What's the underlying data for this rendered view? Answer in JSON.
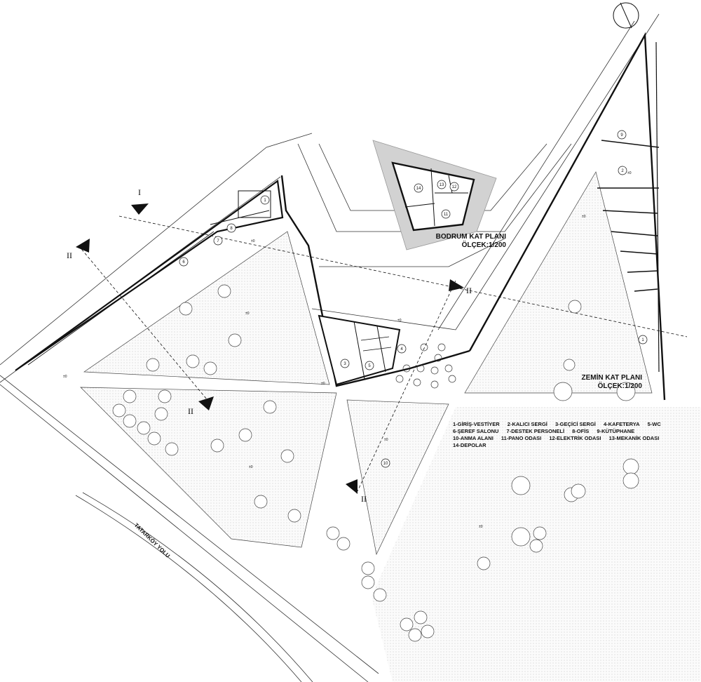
{
  "basement_plan": {
    "title": "BODRUM KAT PLANI",
    "scale": "ÖLÇEK:1/200"
  },
  "ground_plan": {
    "title": "ZEMİN KAT PLANI",
    "scale": "ÖLÇEK:1/200"
  },
  "road_label": "TATARKÖY YOLU",
  "legend": [
    [
      "1-GİRİŞ-VESTİYER",
      "2-KALICI SERGİ",
      "3-GEÇİCİ SERGİ",
      "4-KAFETERYA",
      "5-WC"
    ],
    [
      "6-ŞEREF SALONU",
      "7-DESTEK PERSONELİ",
      "8-OFİS",
      "9-KÜTÜPHANE"
    ],
    [
      "10-ANMA ALANI",
      "11-PANO ODASI",
      "12-ELEKTRİK ODASI",
      "13-MEKANİK ODASI"
    ],
    [
      "14-DEPOLAR"
    ]
  ],
  "room_numbers": {
    "r1a": "1",
    "r1b": "1",
    "r2": "2",
    "r3": "3",
    "r4": "4",
    "r5": "5",
    "r6": "6",
    "r7": "7",
    "r8": "8",
    "r9": "9",
    "r10": "10",
    "r11": "11",
    "r12": "12",
    "r13": "13",
    "r14": "14"
  },
  "section_marks": {
    "a": "I",
    "b": "II"
  },
  "level_tag": "±0",
  "colors": {
    "line": "#111111",
    "hatch": "#c8c8c8",
    "basement_halo": "#cfcfcf",
    "ground": "#ffffff"
  }
}
